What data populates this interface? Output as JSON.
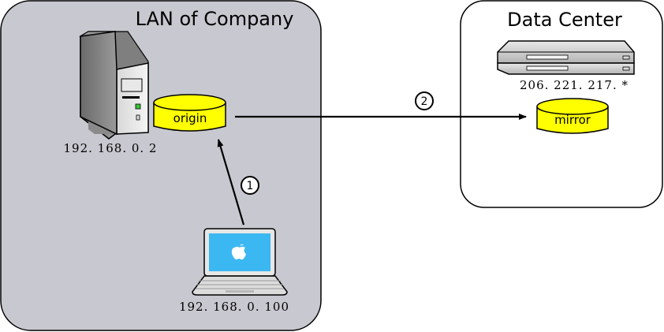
{
  "lan": {
    "title": "LAN of Company"
  },
  "datacenter": {
    "title": "Data Center"
  },
  "server": {
    "ip": "192. 168. 0. 2"
  },
  "laptop": {
    "ip": "192. 168. 0. 100"
  },
  "rack": {
    "ip": "206. 221. 217. *"
  },
  "origin_db": {
    "label": "origin"
  },
  "mirror_db": {
    "label": "mirror"
  },
  "steps": [
    {
      "number": "1"
    },
    {
      "number": "2"
    }
  ],
  "colors": {
    "lan_fill": "#c8c8d0",
    "db_fill": "#ffff00",
    "laptop_screen": "#3bb7f2"
  },
  "icons": {
    "server": "tower-server-icon",
    "laptop": "apple-laptop-icon",
    "rack": "rack-server-icon"
  }
}
